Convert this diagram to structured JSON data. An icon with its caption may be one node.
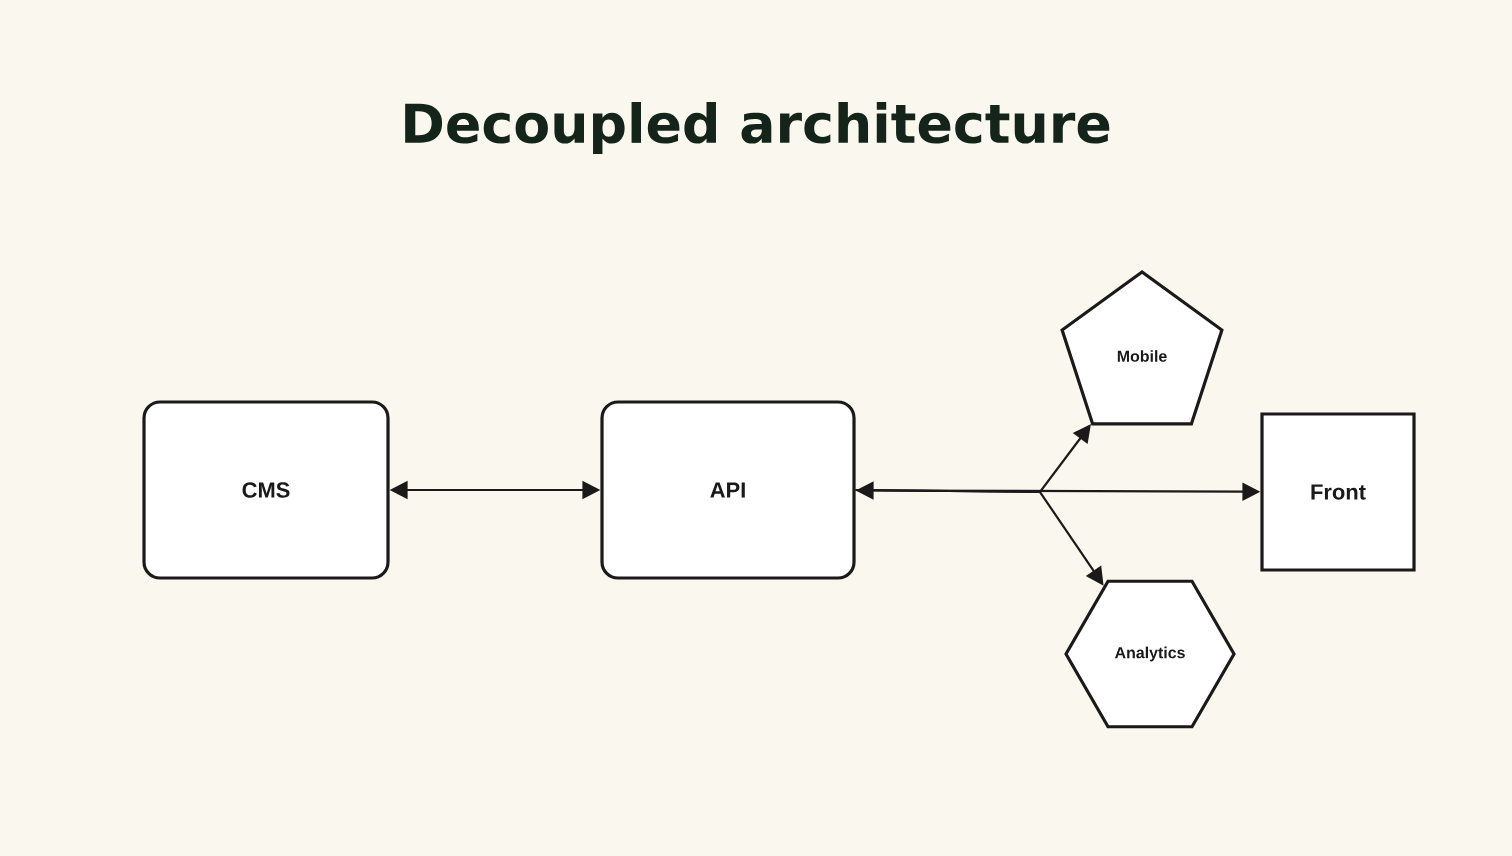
{
  "diagram": {
    "title": "Decoupled architecture",
    "nodes": [
      {
        "text": [
          "CMS"
        ]
      },
      {
        "text": [
          "API"
        ]
      },
      {
        "text": [
          "Mobile"
        ]
      },
      {
        "text": [
          "Front"
        ]
      },
      {
        "text": [
          "Analytics"
        ]
      }
    ],
    "edges": [
      {
        "from": 0,
        "to": 1,
        "arrow": "both"
      },
      {
        "from": 1,
        "to": 2,
        "arrow": "to"
      },
      {
        "from": 1,
        "to": 3,
        "arrow": "both"
      },
      {
        "from": 1,
        "to": 4,
        "arrow": "to"
      }
    ]
  }
}
